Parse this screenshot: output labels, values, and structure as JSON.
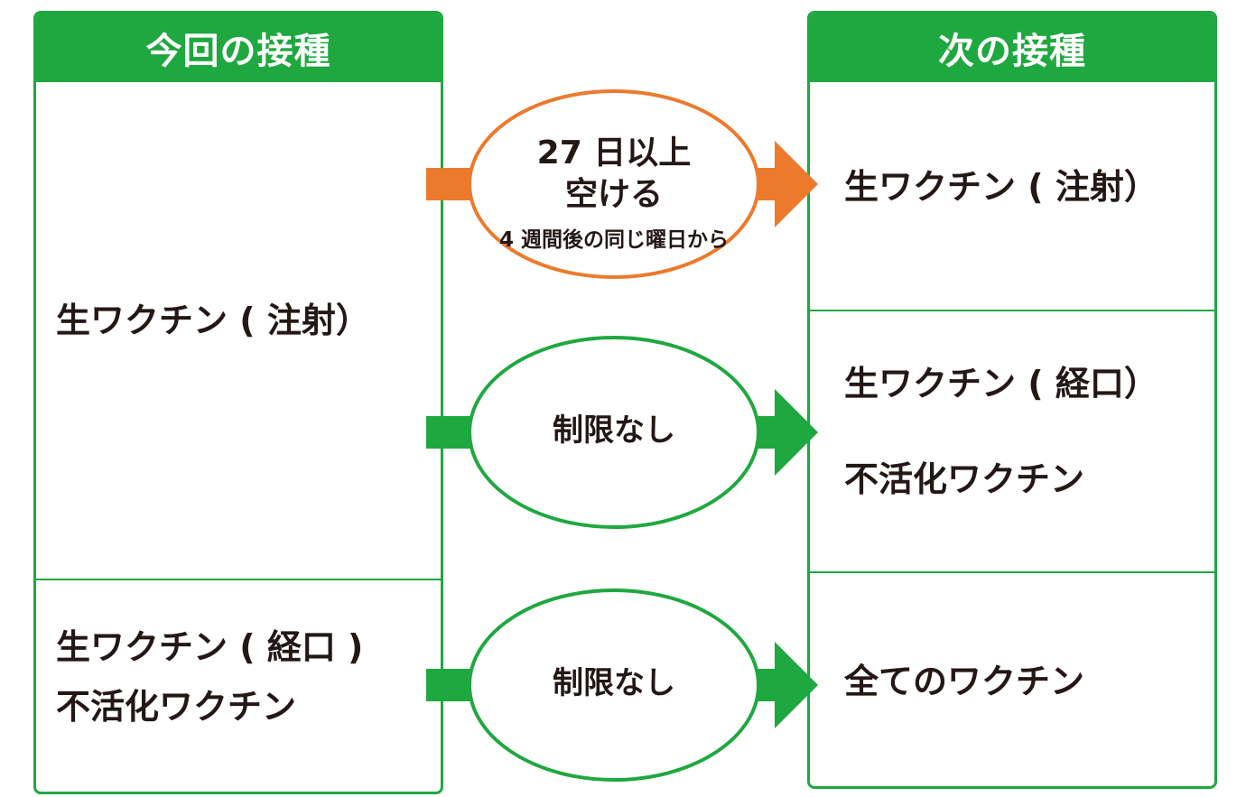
{
  "left_panel": {
    "header": "今回の接種",
    "cells": [
      {
        "lines": [
          "生ワクチン ( 注射）"
        ]
      },
      {
        "lines": [
          "生ワクチン ( 経口 )",
          "不活化ワクチン"
        ]
      }
    ]
  },
  "right_panel": {
    "header": "次の接種",
    "cells": [
      {
        "lines": [
          "生ワクチン ( 注射）"
        ]
      },
      {
        "lines": [
          "生ワクチン ( 経口）",
          "不活化ワクチン"
        ]
      },
      {
        "lines": [
          "全てのワクチン"
        ]
      }
    ]
  },
  "flows": [
    {
      "color": "#ec7a2d",
      "label_main": [
        "27 日以上",
        "空ける"
      ],
      "label_sub": "4 週間後の同じ曜日から"
    },
    {
      "color": "#1fa83f",
      "label_main": [
        "制限なし"
      ]
    },
    {
      "color": "#1fa83f",
      "label_main": [
        "制限なし"
      ]
    }
  ]
}
